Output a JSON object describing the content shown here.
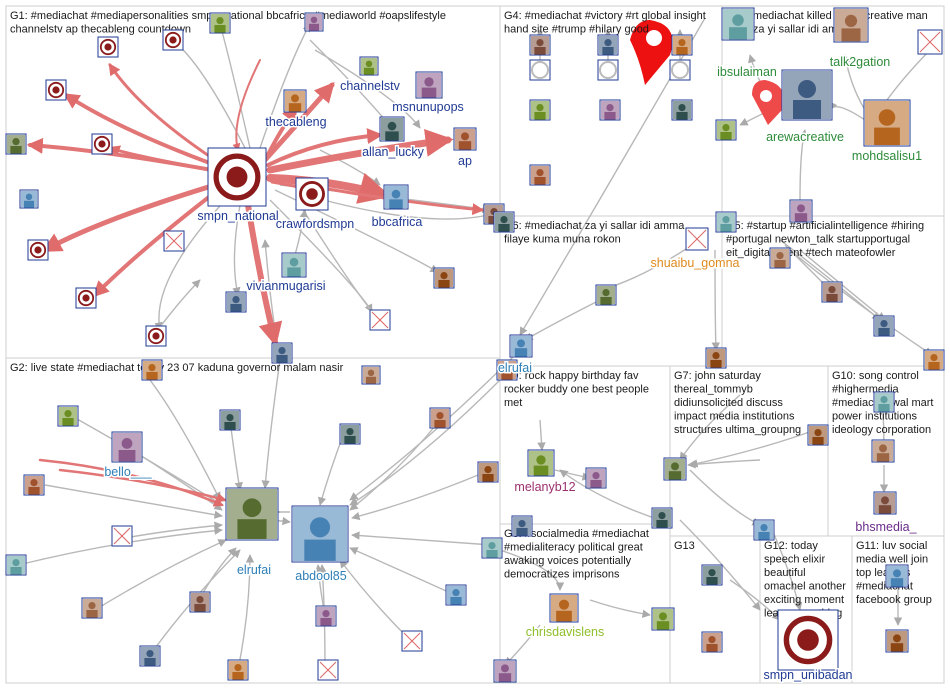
{
  "graph": {
    "groups": [
      {
        "id": "G1",
        "lines": [
          "G1: #mediachat #mediapersonalities smpn_national bbcafrica #mediaworld #oapslifestyle",
          "channelstv ap thecableng countdown"
        ]
      },
      {
        "id": "G2",
        "lines": [
          "G2: live state #mediachat today 23 07 kaduna governor malam nasir"
        ]
      },
      {
        "id": "G3",
        "lines": [
          "G3: #mediachat killed arewacreative man",
          "state za yi sallar idi amma"
        ]
      },
      {
        "id": "G4",
        "lines": [
          "G4: #mediachat #victory #rt global insight",
          "hand site #trump #hilary good"
        ]
      },
      {
        "id": "G5",
        "lines": [
          "G5: #startup #artificialintelligence #hiring",
          "#portugal newton_talk startupportugal",
          "eit_digital event #tech mateofowler"
        ]
      },
      {
        "id": "G6",
        "lines": [
          "G6: #mediachat za yi sallar idi amma",
          "filaye kuma muna rokon"
        ]
      },
      {
        "id": "G7",
        "lines": [
          "G7: john saturday",
          "thereal_tommyb",
          "didiunsolicited discuss",
          "impact media institutions",
          "structures ultima_groupng"
        ]
      },
      {
        "id": "G8",
        "lines": [
          "G8: #socialmedia #mediachat",
          "#medialiteracy political great",
          "awaking voices potentially",
          "democratizes imprisons"
        ]
      },
      {
        "id": "G9",
        "lines": [
          "G9: rock happy birthday fav",
          "rocker buddy one best people",
          "met"
        ]
      },
      {
        "id": "G10",
        "lines": [
          "G10: song control",
          "#highermedia",
          "#mediachat wal mart",
          "power institutions",
          "ideology corporation"
        ]
      },
      {
        "id": "G11",
        "lines": [
          "G11: luv social",
          "media well join",
          "top leaders",
          "#mediachat",
          "facebook group"
        ]
      },
      {
        "id": "G12",
        "lines": [
          "G12: today",
          "speech elixir",
          "beautiful",
          "omachel another",
          "exciting moment",
          "learn something"
        ]
      },
      {
        "id": "G13",
        "lines": [
          "G13"
        ]
      }
    ],
    "labeled_nodes": [
      {
        "id": "smpn_national",
        "label": "smpn_national",
        "color": "#1f3a93"
      },
      {
        "id": "channelstv",
        "label": "channelstv",
        "color": "#1f3a93"
      },
      {
        "id": "msnunupops",
        "label": "msnunupops",
        "color": "#1f3a93"
      },
      {
        "id": "thecableng",
        "label": "thecableng",
        "color": "#1f3a93"
      },
      {
        "id": "allan_lucky",
        "label": "allan_lucky",
        "color": "#1f3a93"
      },
      {
        "id": "ap",
        "label": "ap",
        "color": "#1f3a93"
      },
      {
        "id": "crawfordsmpn",
        "label": "crawfordsmpn",
        "color": "#1f3a93"
      },
      {
        "id": "bbcafrica",
        "label": "bbcafrica",
        "color": "#1f3a93"
      },
      {
        "id": "vivianmugarisi",
        "label": "vivianmugarisi",
        "color": "#1f3a93"
      },
      {
        "id": "bello",
        "label": "bello___",
        "color": "#2e7fb8"
      },
      {
        "id": "elrufai",
        "label": "elrufai",
        "color": "#2e7fb8"
      },
      {
        "id": "abdool85",
        "label": "abdool85",
        "color": "#2e7fb8"
      },
      {
        "id": "ibsulaiman",
        "label": "ibsulaiman",
        "color": "#2e8b3a"
      },
      {
        "id": "talk2gation",
        "label": "talk2gation",
        "color": "#2e8b3a"
      },
      {
        "id": "arewacreative",
        "label": "arewacreative",
        "color": "#2e8b3a"
      },
      {
        "id": "mohdsalisu1",
        "label": "mohdsalisu1",
        "color": "#2e8b3a"
      },
      {
        "id": "shuaibu_gomna",
        "label": "shuaibu_gomna",
        "color": "#e08a1e"
      },
      {
        "id": "elrufai2",
        "label": "elrufai",
        "color": "#2e7fb8"
      },
      {
        "id": "melanyb12",
        "label": "melanyb12",
        "color": "#9b2f6e"
      },
      {
        "id": "bhsmedia",
        "label": "bhsmedia_",
        "color": "#6a2b8a"
      },
      {
        "id": "chrisdavislens",
        "label": "chrisdavislens",
        "color": "#8fbf2a"
      },
      {
        "id": "smpn_unibadan",
        "label": "smpn_unibadan",
        "color": "#1f3a93"
      }
    ]
  }
}
